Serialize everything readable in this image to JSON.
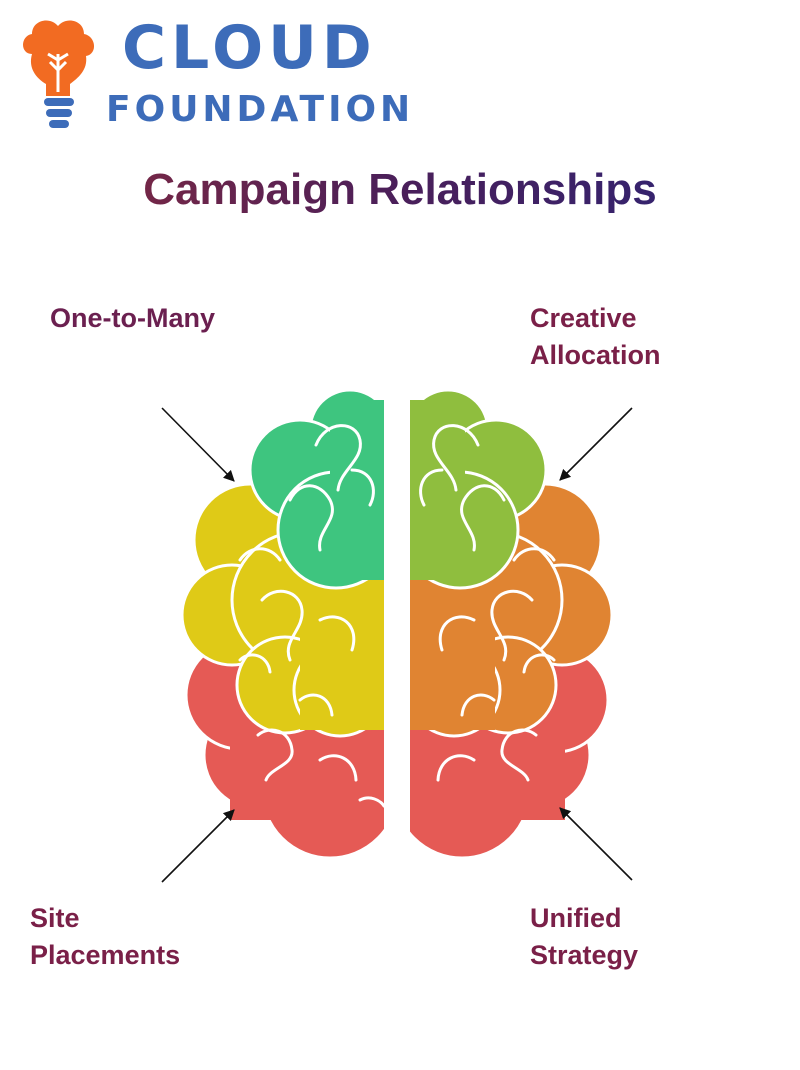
{
  "logo": {
    "line1": "CLOUD",
    "line2": "FOUNDATION",
    "icon": "lightbulb-cloud-icon",
    "color": "#3d6cb9",
    "accent": "#f26b22"
  },
  "title": "Campaign Relationships",
  "labels": {
    "top_left": {
      "line1": "One-to-Many",
      "line2": ""
    },
    "top_right": {
      "line1": "Creative",
      "line2": "Allocation"
    },
    "bottom_left": {
      "line1": "Site",
      "line2": "Placements"
    },
    "bottom_right": {
      "line1": "Unified",
      "line2": "Strategy"
    }
  },
  "colors": {
    "green": "#3ec57f",
    "lime": "#8fbe3e",
    "yellow": "#dfca17",
    "orange": "#e08432",
    "red": "#e55a55"
  }
}
